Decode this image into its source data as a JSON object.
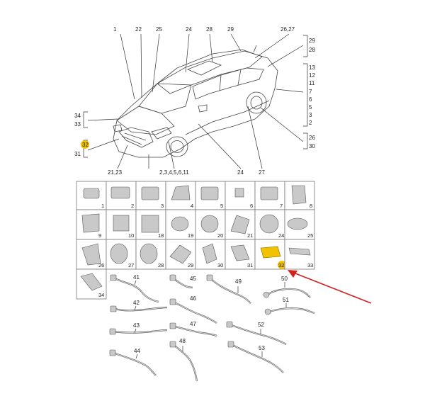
{
  "callouts_top": [
    "1",
    "22",
    "25",
    "24",
    "28",
    "29",
    "26,27"
  ],
  "callouts_right_upper": [
    "29",
    "28"
  ],
  "callouts_right_mid": [
    "13",
    "12",
    "11",
    "7",
    "6",
    "5",
    "3",
    "2"
  ],
  "callouts_right_lower": [
    "26",
    "30"
  ],
  "callouts_left_upper": [
    "34",
    "33"
  ],
  "callouts_left_lower": [
    "32",
    "31"
  ],
  "callouts_bottom": [
    "21,23",
    "2,3,4,5,6,11",
    "24",
    "27"
  ],
  "parts_grid": {
    "row1": [
      "1",
      "2",
      "3",
      "4",
      "5",
      "6",
      "7",
      "8"
    ],
    "row2": [
      "9",
      "10",
      "18",
      "19",
      "20",
      "21",
      "24",
      "25"
    ],
    "row3": [
      "26",
      "27",
      "28",
      "29",
      "30",
      "31",
      "32",
      "33"
    ],
    "row4": [
      "34"
    ]
  },
  "highlight_part": "32",
  "cable_labels": [
    "41",
    "45",
    "49",
    "50",
    "42",
    "46",
    "51",
    "43",
    "47",
    "52",
    "44",
    "48",
    "53"
  ],
  "colors": {
    "highlight": "#f2c200",
    "arrow": "#d61f1f",
    "line": "#333333"
  }
}
